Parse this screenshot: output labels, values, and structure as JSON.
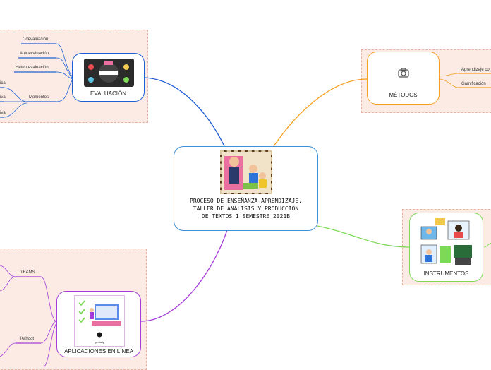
{
  "central": {
    "title": "PROCESO DE ENSEÑANZA-APRENDIZAJE, TALLER DE ANÁLISIS Y PRODUCCIÓN DE TEXTOS I SEMESTRE 2021B"
  },
  "evaluacion": {
    "title": "EVALUACIÓN",
    "leaves": [
      "Coevaluación",
      "Autoevaluación",
      "Heteroevaluación",
      "Momentos"
    ],
    "sub_leaves": [
      "ica",
      "iva",
      "iva"
    ]
  },
  "metodos": {
    "title": "MÉTODOS",
    "icon": "camera-icon",
    "leaves": [
      "Aprendizaje co",
      "Gamificación"
    ]
  },
  "instrumentos": {
    "title": "INSTRUMENTOS"
  },
  "aplicaciones": {
    "title": "APLICACIONES EN LÍNEA",
    "logo_text": "genially",
    "leaves": [
      "TEAMS",
      "Kahoot"
    ]
  },
  "colors": {
    "evaluacion": "#1f5fd6",
    "metodos": "#f5a020",
    "instrumentos": "#7ed957",
    "aplicaciones": "#a63cd9",
    "central": "#3a8fd6",
    "panel": "#fbebe4"
  }
}
